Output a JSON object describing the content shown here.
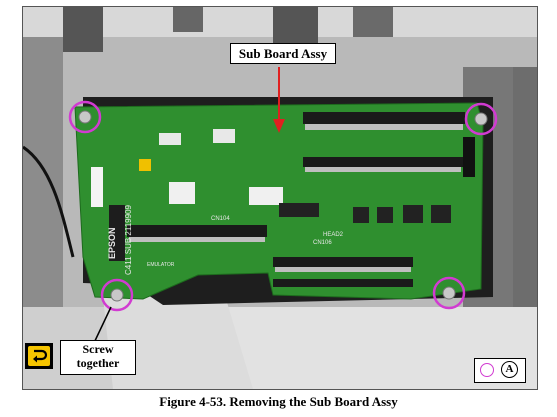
{
  "callouts": {
    "sub_board": "Sub Board Assy",
    "screw_line1": "Screw",
    "screw_line2": "together"
  },
  "board_markings": {
    "brand": "EPSON",
    "part_number": "C411 SUB 2119909",
    "connector_cn104": "CN104",
    "connector_cn106": "CN106",
    "head2": "HEAD2",
    "emulator": "EMULATOR"
  },
  "legend": {
    "letter": "A"
  },
  "caption": "Figure 4-53.  Removing the Sub Board Assy",
  "colors": {
    "pcb": "#2f8f2f",
    "screw_marker": "#d13bd1",
    "arrow": "#e02020",
    "warn_icon": "#f5c400"
  },
  "icons": [
    "screw-marker-icon",
    "reassembly-warning-icon",
    "red-arrow-icon"
  ]
}
